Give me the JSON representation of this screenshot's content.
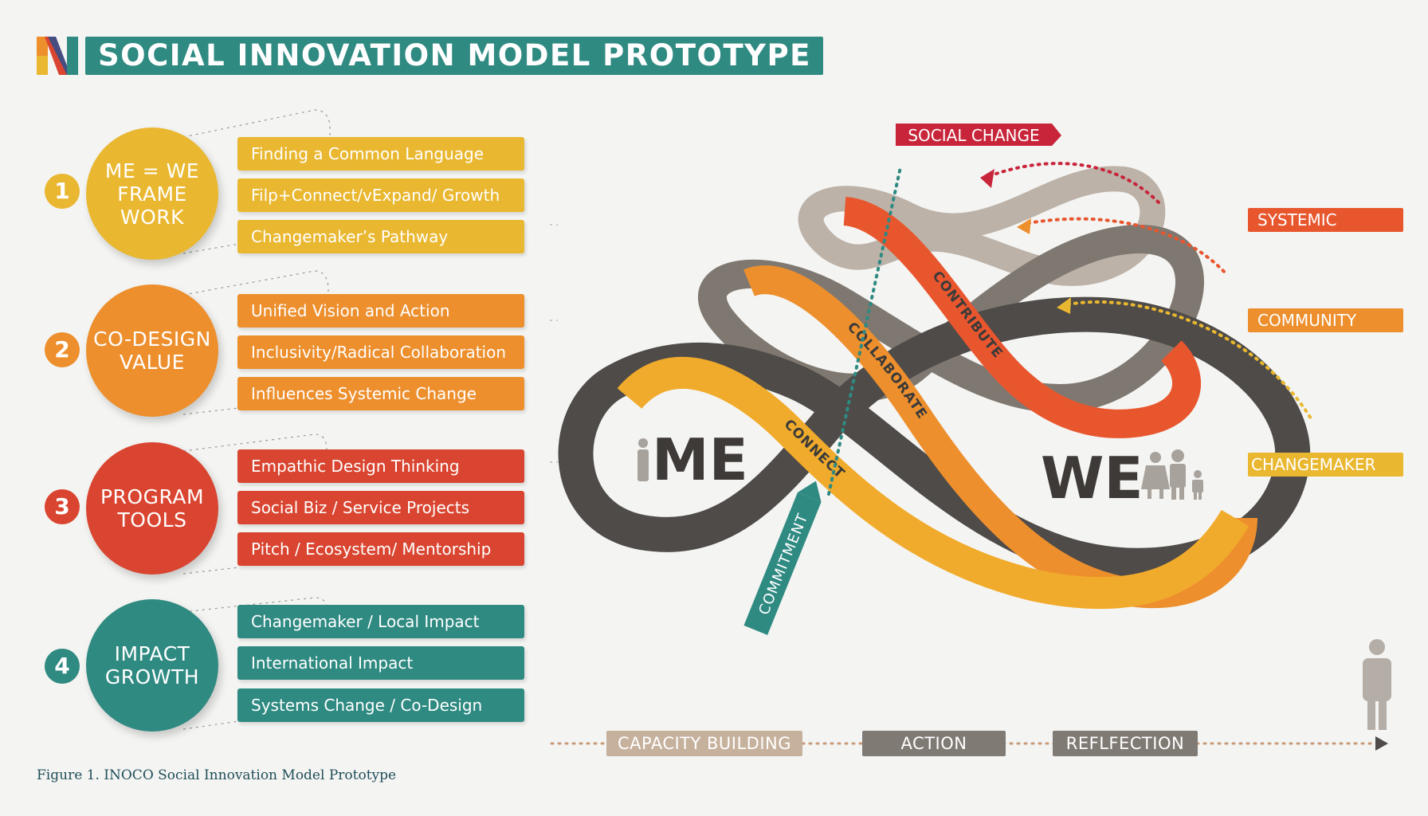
{
  "header": {
    "title": "SOCIAL INNOVATION MODEL PROTOTYPE"
  },
  "colors": {
    "yellow": "#e9b730",
    "orange": "#ed8f2d",
    "red": "#d94530",
    "teal": "#2f8a82",
    "dark_gray": "#4e4b48",
    "mid_gray": "#7f7871",
    "light_gray": "#bcb2a8",
    "ribbon_red_orange": "#e8562e",
    "social_change_red": "#c8253a"
  },
  "pillars": [
    {
      "number": "1",
      "lines": [
        "ME = WE",
        "FRAME",
        "WORK"
      ],
      "items": [
        "Finding a Common Language",
        "Filp+Connect/vExpand/ Growth",
        "Changemaker’s Pathway"
      ]
    },
    {
      "number": "2",
      "lines": [
        "CO-DESIGN",
        "VALUE"
      ],
      "items": [
        "Unified Vision and Action",
        "Inclusivity/Radical Collaboration",
        "Influences Systemic Change"
      ]
    },
    {
      "number": "3",
      "lines": [
        "PROGRAM",
        "TOOLS"
      ],
      "items": [
        "Empathic Design Thinking",
        "Social Biz / Service Projects",
        "Pitch / Ecosystem/ Mentorship"
      ]
    },
    {
      "number": "4",
      "lines": [
        "IMPACT",
        "GROWTH"
      ],
      "items": [
        "Changemaker / Local Impact",
        "International Impact",
        "Systems Change / Co-Design"
      ]
    }
  ],
  "diagram": {
    "me_label": "ME",
    "we_label": "WE",
    "social_change": "SOCIAL CHANGE",
    "ribbons": {
      "connect": "CONNECT",
      "collaborate": "COLLABORATE",
      "contribute": "CONTRIBUTE",
      "commitment": "COMMITMENT"
    },
    "levels": [
      "SYSTEMIC",
      "COMMUNITY",
      "CHANGEMAKER"
    ],
    "phases": [
      "CAPACITY BUILDING",
      "ACTION",
      "REFLFECTION"
    ]
  },
  "caption": "Figure 1. INOCO Social Innovation Model Prototype"
}
